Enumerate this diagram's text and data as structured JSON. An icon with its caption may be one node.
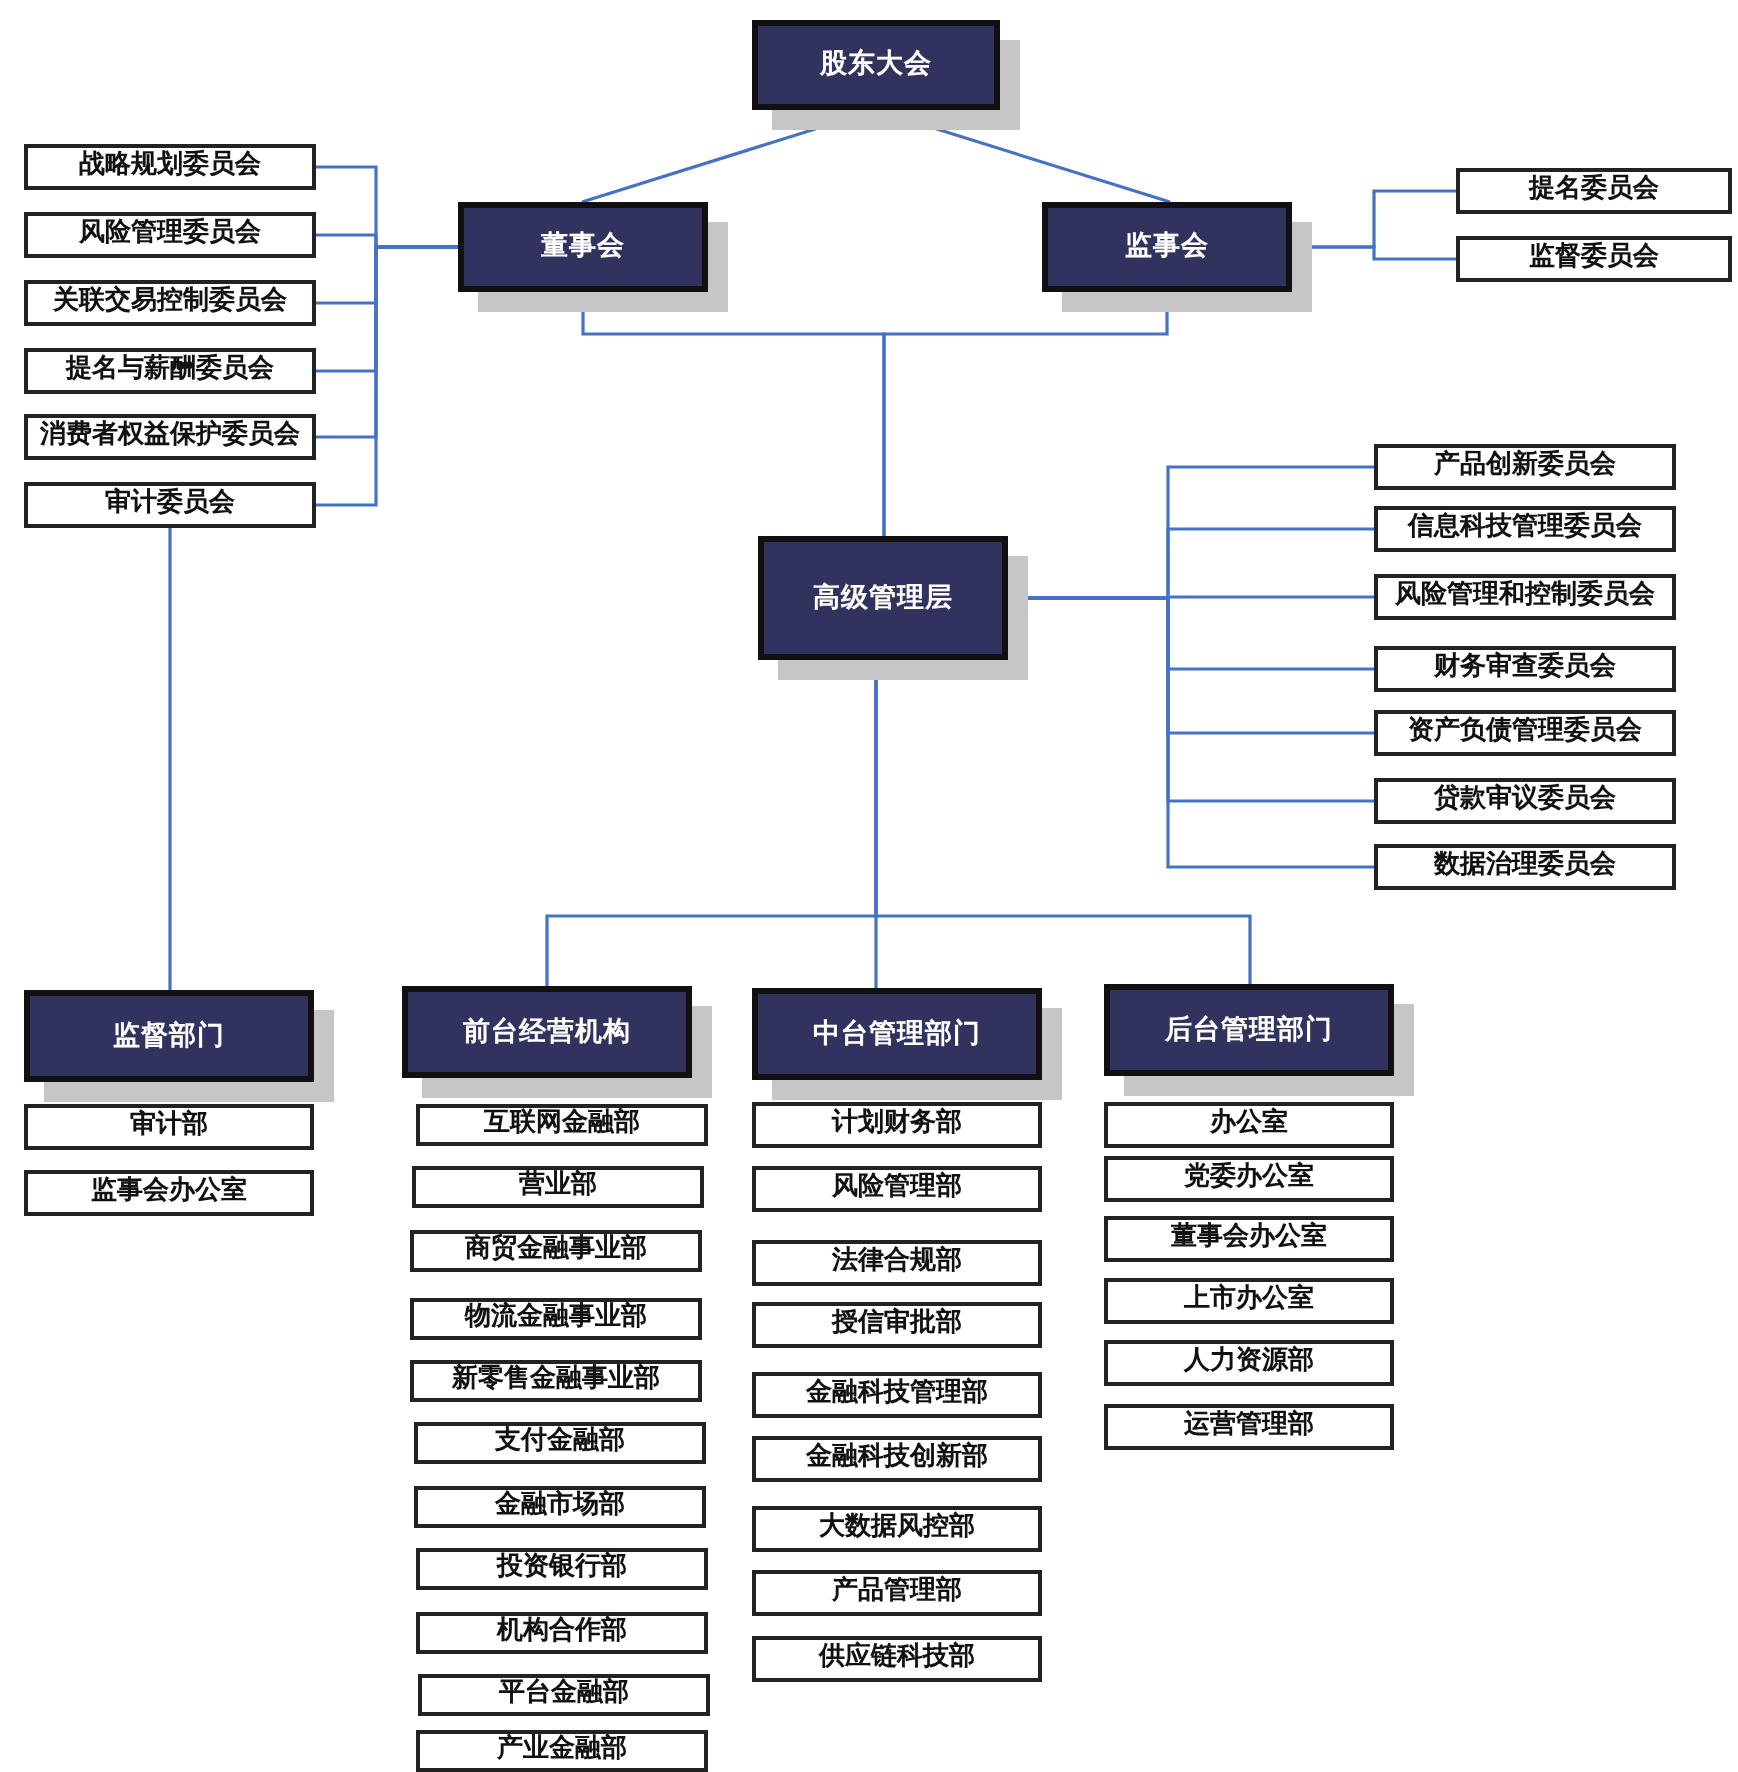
{
  "diagram": {
    "nodes": [
      {
        "text": [
          "股东大会"
        ]
      },
      {
        "text": [
          "董事会"
        ]
      },
      {
        "text": [
          "监事会"
        ]
      },
      {
        "text": [
          "战略规划委员会"
        ]
      },
      {
        "text": [
          "风险管理委员会"
        ]
      },
      {
        "text": [
          "关联交易控制委员会"
        ]
      },
      {
        "text": [
          "提名与薪酬委员会"
        ]
      },
      {
        "text": [
          "消费者权益保护委员会"
        ]
      },
      {
        "text": [
          "审计委员会"
        ]
      },
      {
        "text": [
          "提名委员会"
        ]
      },
      {
        "text": [
          "监督委员会"
        ]
      },
      {
        "text": [
          "高级管理层"
        ]
      },
      {
        "text": [
          "产品创新委员会"
        ]
      },
      {
        "text": [
          "信息科技管理委员会"
        ]
      },
      {
        "text": [
          "风险管理和控制委员会"
        ]
      },
      {
        "text": [
          "财务审查委员会"
        ]
      },
      {
        "text": [
          "资产负债管理委员会"
        ]
      },
      {
        "text": [
          "贷款审议委员会"
        ]
      },
      {
        "text": [
          "数据治理委员会"
        ]
      },
      {
        "text": [
          "监督部门"
        ]
      },
      {
        "text": [
          "前台经营机构"
        ]
      },
      {
        "text": [
          "中台管理部门"
        ]
      },
      {
        "text": [
          "后台管理部门"
        ]
      },
      {
        "text": [
          "审计部"
        ]
      },
      {
        "text": [
          "监事会办公室"
        ]
      },
      {
        "text": [
          "互联网金融部"
        ]
      },
      {
        "text": [
          "营业部"
        ]
      },
      {
        "text": [
          "商贸金融事业部"
        ]
      },
      {
        "text": [
          "物流金融事业部"
        ]
      },
      {
        "text": [
          "新零售金融事业部"
        ]
      },
      {
        "text": [
          "支付金融部"
        ]
      },
      {
        "text": [
          "金融市场部"
        ]
      },
      {
        "text": [
          "投资银行部"
        ]
      },
      {
        "text": [
          "机构合作部"
        ]
      },
      {
        "text": [
          "平台金融部"
        ]
      },
      {
        "text": [
          "产业金融部"
        ]
      },
      {
        "text": [
          "计划财务部"
        ]
      },
      {
        "text": [
          "风险管理部"
        ]
      },
      {
        "text": [
          "法律合规部"
        ]
      },
      {
        "text": [
          "授信审批部"
        ]
      },
      {
        "text": [
          "金融科技管理部"
        ]
      },
      {
        "text": [
          "金融科技创新部"
        ]
      },
      {
        "text": [
          "大数据风控部"
        ]
      },
      {
        "text": [
          "产品管理部"
        ]
      },
      {
        "text": [
          "供应链科技部"
        ]
      },
      {
        "text": [
          "办公室"
        ]
      },
      {
        "text": [
          "党委办公室"
        ]
      },
      {
        "text": [
          "董事会办公室"
        ]
      },
      {
        "text": [
          "上市办公室"
        ]
      },
      {
        "text": [
          "人力资源部"
        ]
      },
      {
        "text": [
          "运营管理部"
        ]
      }
    ],
    "edges": [
      {
        "from": 0,
        "to": 1,
        "arrow": "none"
      },
      {
        "from": 0,
        "to": 2,
        "arrow": "none"
      },
      {
        "from": 1,
        "to": 3,
        "arrow": "none"
      },
      {
        "from": 1,
        "to": 4,
        "arrow": "none"
      },
      {
        "from": 1,
        "to": 5,
        "arrow": "none"
      },
      {
        "from": 1,
        "to": 6,
        "arrow": "none"
      },
      {
        "from": 1,
        "to": 7,
        "arrow": "none"
      },
      {
        "from": 1,
        "to": 8,
        "arrow": "none"
      },
      {
        "from": 2,
        "to": 9,
        "arrow": "none"
      },
      {
        "from": 2,
        "to": 10,
        "arrow": "none"
      },
      {
        "from": 1,
        "to": 11,
        "arrow": "none"
      },
      {
        "from": 2,
        "to": 11,
        "arrow": "none"
      },
      {
        "from": 11,
        "to": 12,
        "arrow": "none"
      },
      {
        "from": 11,
        "to": 13,
        "arrow": "none"
      },
      {
        "from": 11,
        "to": 14,
        "arrow": "none"
      },
      {
        "from": 11,
        "to": 15,
        "arrow": "none"
      },
      {
        "from": 11,
        "to": 16,
        "arrow": "none"
      },
      {
        "from": 11,
        "to": 17,
        "arrow": "none"
      },
      {
        "from": 11,
        "to": 18,
        "arrow": "none"
      },
      {
        "from": 8,
        "to": 19,
        "arrow": "none"
      },
      {
        "from": 11,
        "to": 20,
        "arrow": "none"
      },
      {
        "from": 11,
        "to": 21,
        "arrow": "none"
      },
      {
        "from": 11,
        "to": 22,
        "arrow": "none"
      }
    ]
  }
}
